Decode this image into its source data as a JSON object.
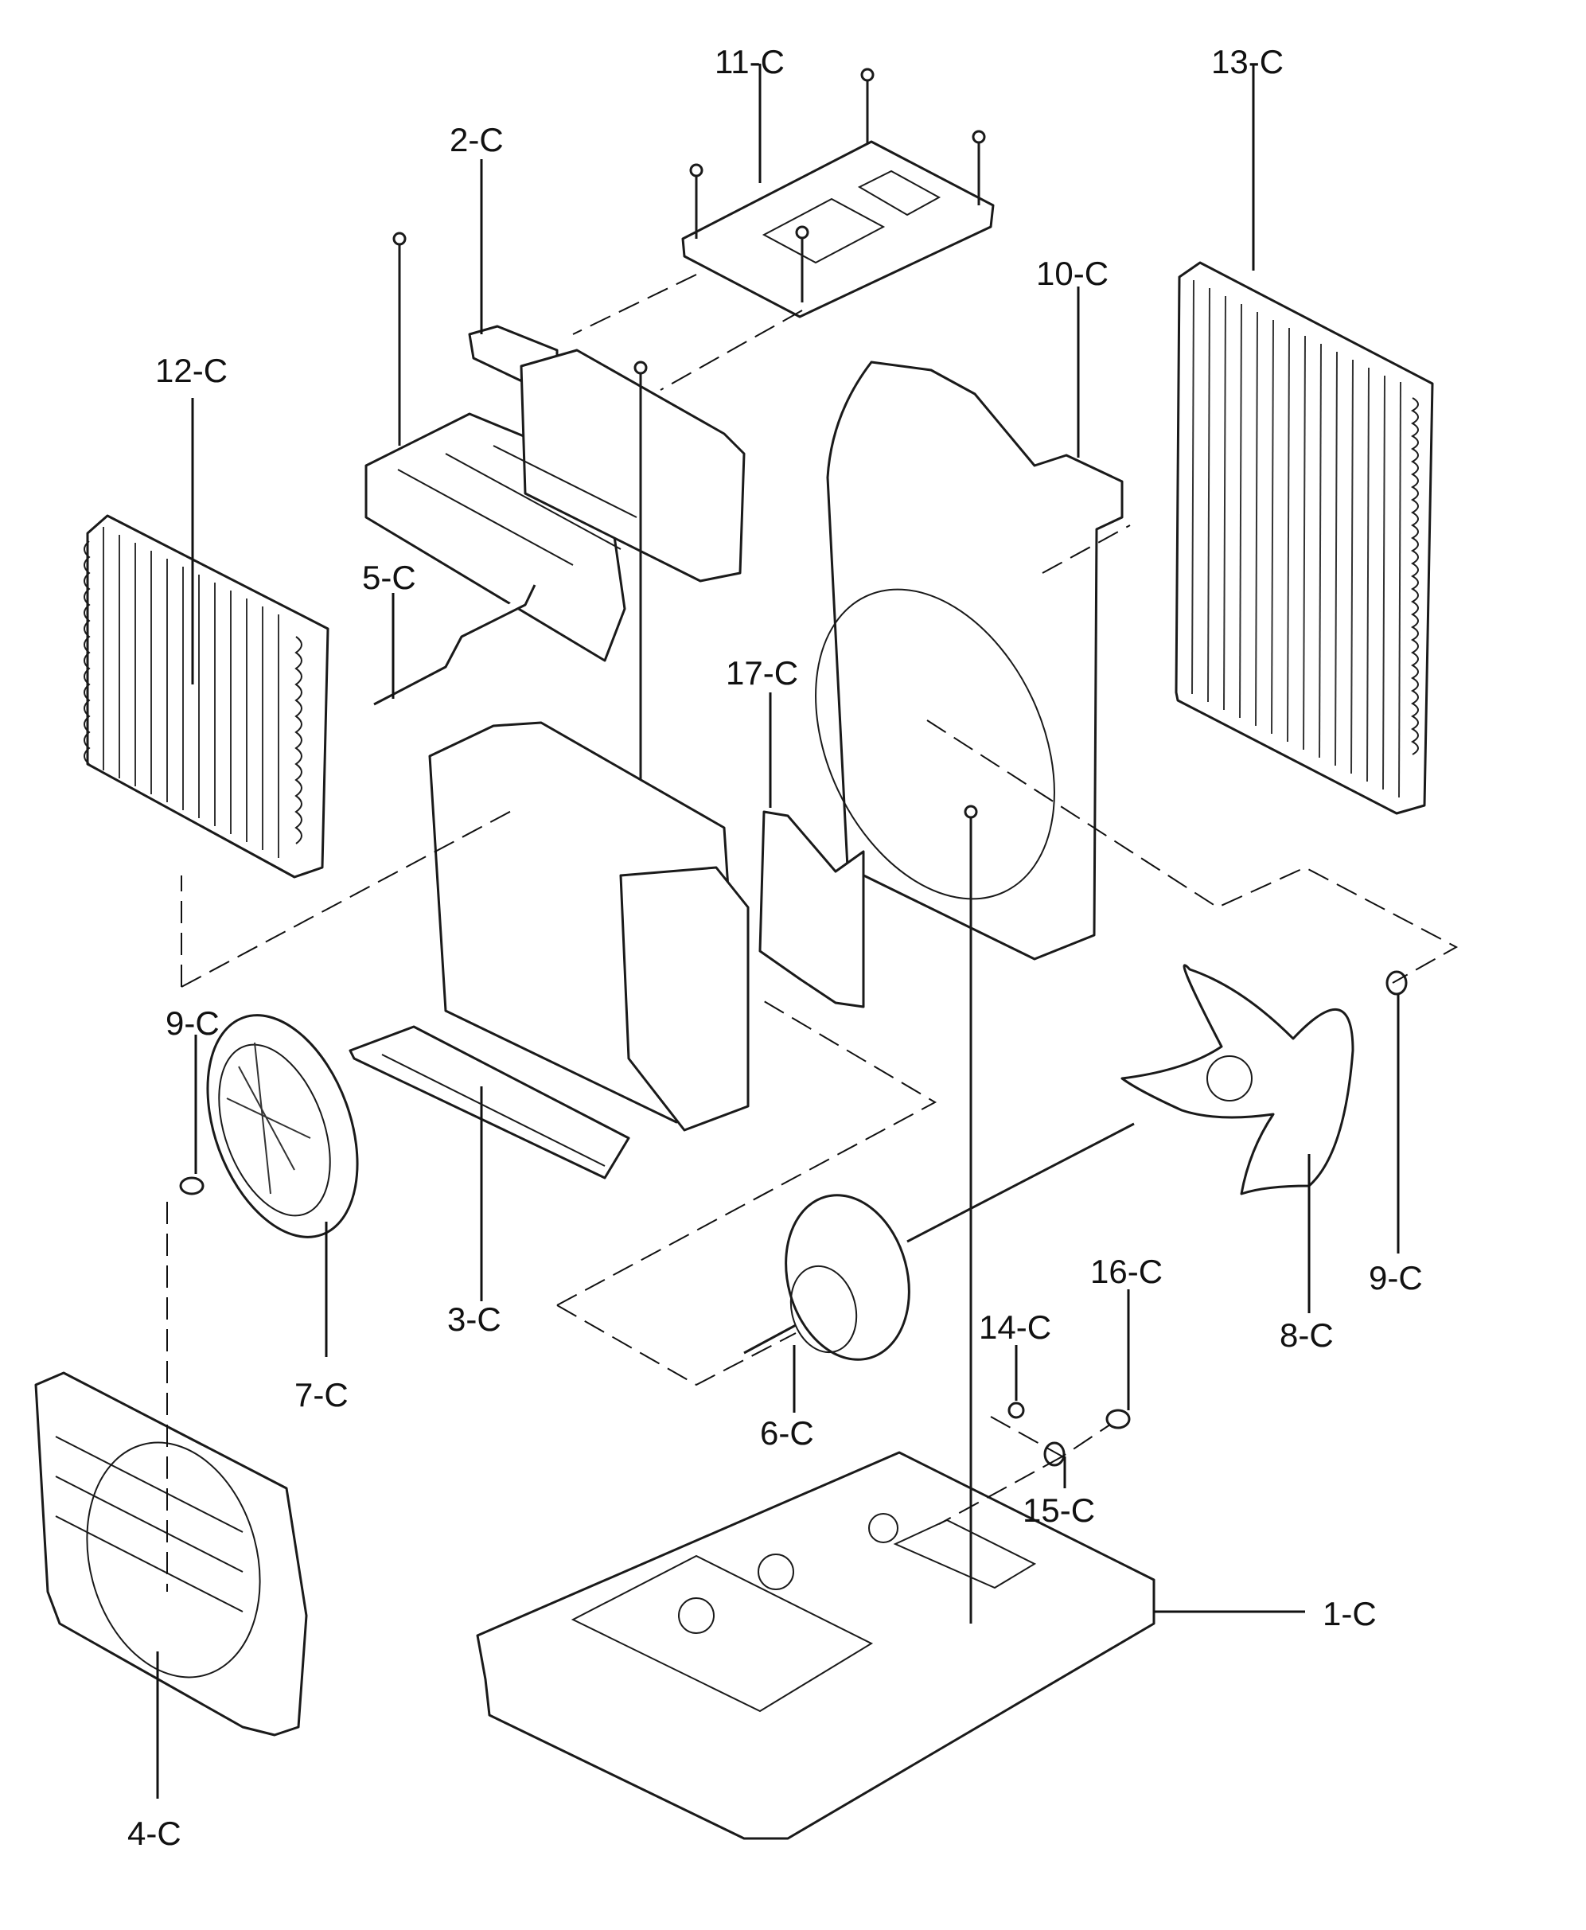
{
  "labels": {
    "p11": "11-C",
    "p13": "13-C",
    "p2": "2-C",
    "p10": "10-C",
    "p12": "12-C",
    "p5": "5-C",
    "p17": "17-C",
    "p9a": "9-C",
    "p9b": "9-C",
    "p3": "3-C",
    "p7": "7-C",
    "p6": "6-C",
    "p16": "16-C",
    "p14": "14-C",
    "p8": "8-C",
    "p15": "15-C",
    "p1": "1-C",
    "p4": "4-C"
  }
}
